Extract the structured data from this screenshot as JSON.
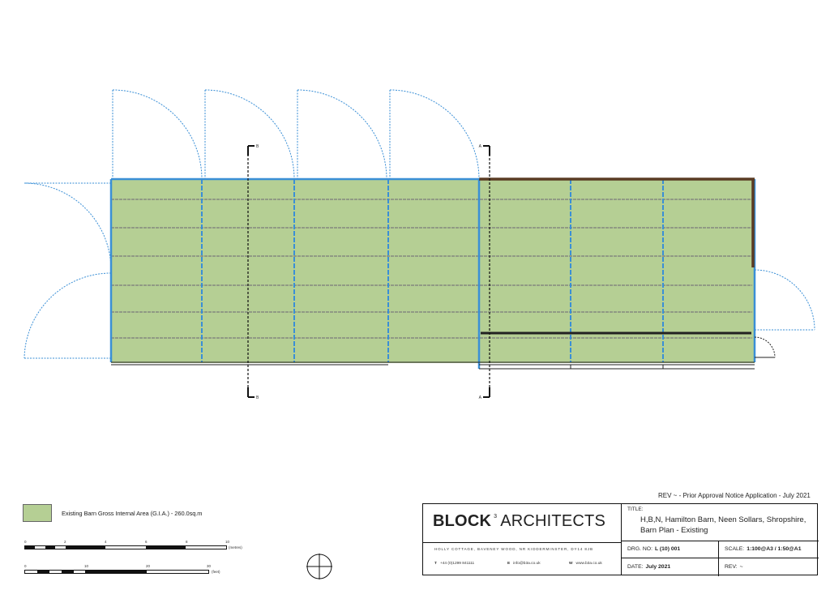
{
  "legend": {
    "fill_color": "#b5cf94",
    "text": "Existing Barn Gross Internal Area (G.I.A.) - 260.0sq.m"
  },
  "scalebars": [
    {
      "ticks": [
        "0",
        "2",
        "4",
        "6",
        "8",
        "10"
      ],
      "unit": "(metres)"
    },
    {
      "ticks": [
        "0",
        "10",
        "20",
        "30"
      ],
      "unit": "(feet)"
    }
  ],
  "section_markers": {
    "b_top": "B",
    "b_bottom": "B",
    "a_top": "A",
    "a_bottom": "A"
  },
  "title_block": {
    "revision_note": "REV ~ - Prior Approval Notice Application - July 2021",
    "brand_bold": "BLOCK",
    "brand_sup": "3",
    "brand_light": "ARCHITECTS",
    "address": "HOLLY COTTAGE, BAVENEY WOOD, NR KIDDERMINSTER, DY14 8JB",
    "phone_label": "T",
    "phone": "+44 (0)1299 841111",
    "email_label": "E",
    "email": "info@b3a.co.uk",
    "web_label": "W",
    "web": "www.b3a.co.uk",
    "title_label": "TITLE:",
    "title_line1": "H,B,N, Hamilton Barn, Neen Sollars, Shropshire,",
    "title_line2": "Barn Plan - Existing",
    "drg_label": "DRG. NO:",
    "drg_value": "L (10) 001",
    "scale_label": "SCALE:",
    "scale_value": "1:100@A3 / 1:50@A1",
    "date_label": "DATE:",
    "date_value": "July 2021",
    "rev_label": "REV:",
    "rev_value": "~"
  },
  "colors": {
    "barn_fill": "#b5cf94",
    "door_swing": "#3a8fd6",
    "wall_blue": "#3a8fd6",
    "dark_wall": "#5a3b24"
  }
}
